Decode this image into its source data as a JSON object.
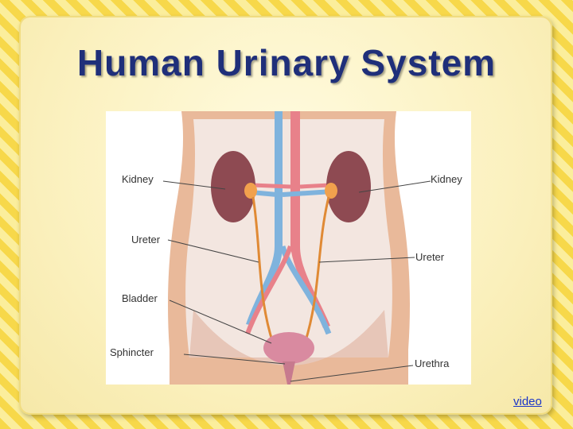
{
  "slide": {
    "title": "Human Urinary System",
    "video_link": "video"
  },
  "diagram": {
    "labels": {
      "kidney_left": "Kidney",
      "kidney_right": "Kidney",
      "ureter_left": "Ureter",
      "ureter_right": "Ureter",
      "bladder": "Bladder",
      "sphincter": "Sphincter",
      "urethra": "Urethra"
    }
  },
  "colors": {
    "title": "#1f2f7a",
    "stripe_dark": "#f7d84a",
    "stripe_light": "#fbee9c",
    "link": "#1a35c8"
  }
}
